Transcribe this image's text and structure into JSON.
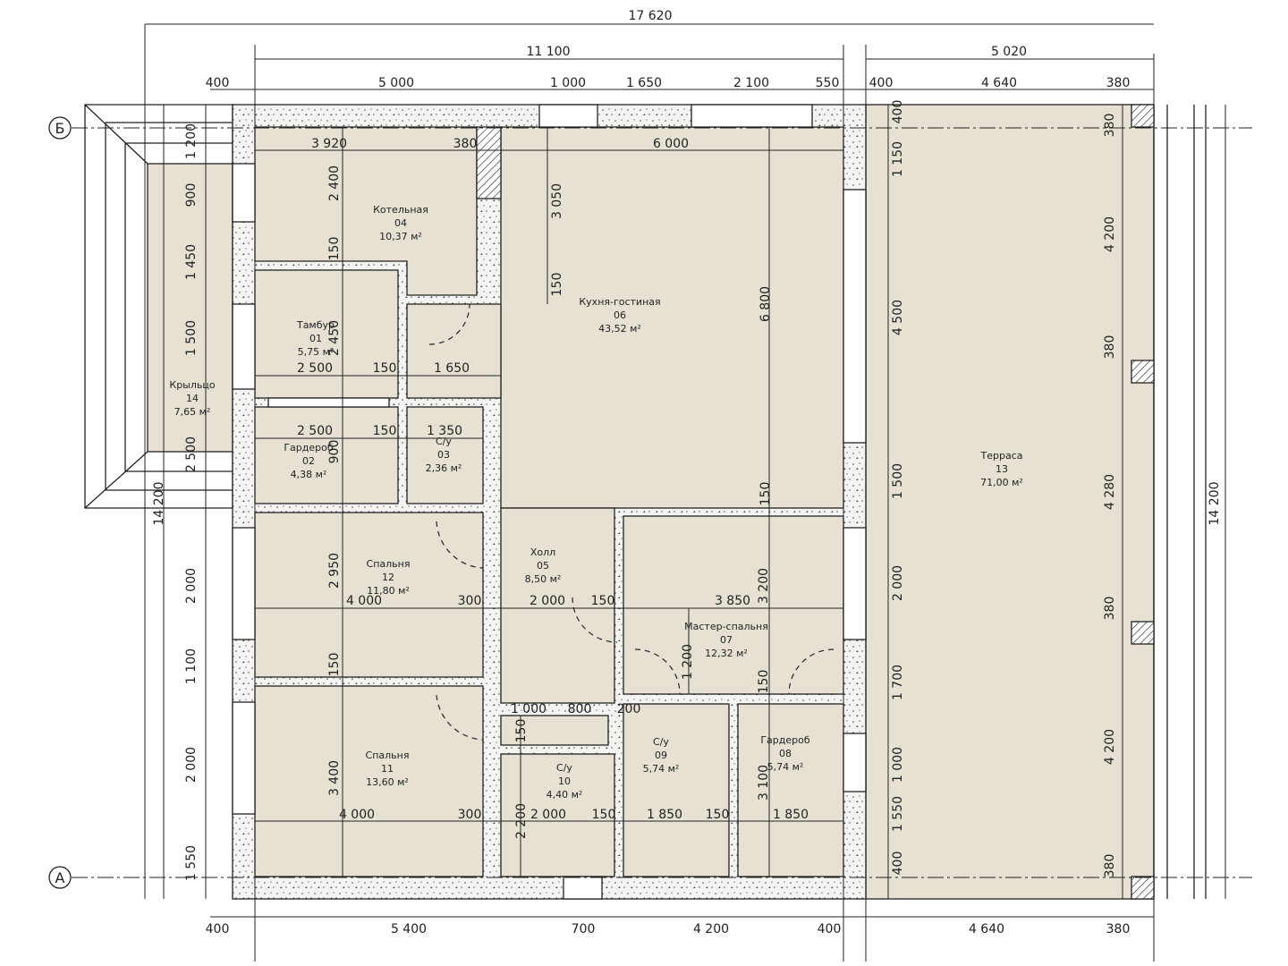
{
  "axes": {
    "top": "Б",
    "bottom": "А"
  },
  "rooms": [
    {
      "name": "Котельная",
      "number": "04",
      "area": "10,37 м²"
    },
    {
      "name": "Кухня-гостиная",
      "number": "06",
      "area": "43,52 м²"
    },
    {
      "name": "Тамбур",
      "number": "01",
      "area": "5,75 м²"
    },
    {
      "name": "Крыльцо",
      "number": "14",
      "area": "7,65 м²"
    },
    {
      "name": "Гардероб",
      "number": "02",
      "area": "4,38 м²"
    },
    {
      "name": "С/у",
      "number": "03",
      "area": "2,36 м²"
    },
    {
      "name": "Терраса",
      "number": "13",
      "area": "71,00 м²"
    },
    {
      "name": "Спальня",
      "number": "12",
      "area": "11,80 м²"
    },
    {
      "name": "Холл",
      "number": "05",
      "area": "8,50 м²"
    },
    {
      "name": "Мастер-спальня",
      "number": "07",
      "area": "12,32 м²"
    },
    {
      "name": "С/у",
      "number": "10",
      "area": "4,40 м²"
    },
    {
      "name": "С/у",
      "number": "09",
      "area": "5,74 м²"
    },
    {
      "name": "Гардероб",
      "number": "08",
      "area": "5,74 м²"
    },
    {
      "name": "Спальня",
      "number": "11",
      "area": "13,60 м²"
    }
  ],
  "dimensions": {
    "overall_top": [
      "17 620",
      "11 100",
      "5 020"
    ],
    "top": [
      "400",
      "5 000",
      "1 000",
      "1 650",
      "2 100",
      "550",
      "400",
      "4 640",
      "380"
    ],
    "bottom": [
      "400",
      "5 400",
      "700",
      "4 200",
      "400",
      "4 640",
      "380"
    ],
    "left": [
      "1 200",
      "900",
      "1 450",
      "1 500",
      "2 500",
      "14 200",
      "2 000",
      "1 100",
      "2 000",
      "1 550"
    ],
    "terrace_left": [
      "400",
      "1 150",
      "4 500",
      "1 500",
      "2 000",
      "1 700",
      "1 000",
      "1 550",
      "400"
    ],
    "terrace_right": [
      "380",
      "4 200",
      "380",
      "4 280",
      "380",
      "4 200",
      "380",
      "14 200"
    ],
    "interior": [
      "3 920",
      "380",
      "6 000",
      "2 400",
      "3 050",
      "150",
      "150",
      "6 800",
      "2 450",
      "2 500",
      "150",
      "1 650",
      "2 500",
      "150",
      "1 350",
      "900",
      "150",
      "2 950",
      "4 000",
      "300",
      "2 000",
      "150",
      "3 850",
      "3 200",
      "150",
      "1 200",
      "150",
      "1 000",
      "800",
      "200",
      "150",
      "3 400",
      "3 100",
      "4 000",
      "300",
      "2 200",
      "2 000",
      "150",
      "1 850",
      "150",
      "1 850"
    ]
  }
}
